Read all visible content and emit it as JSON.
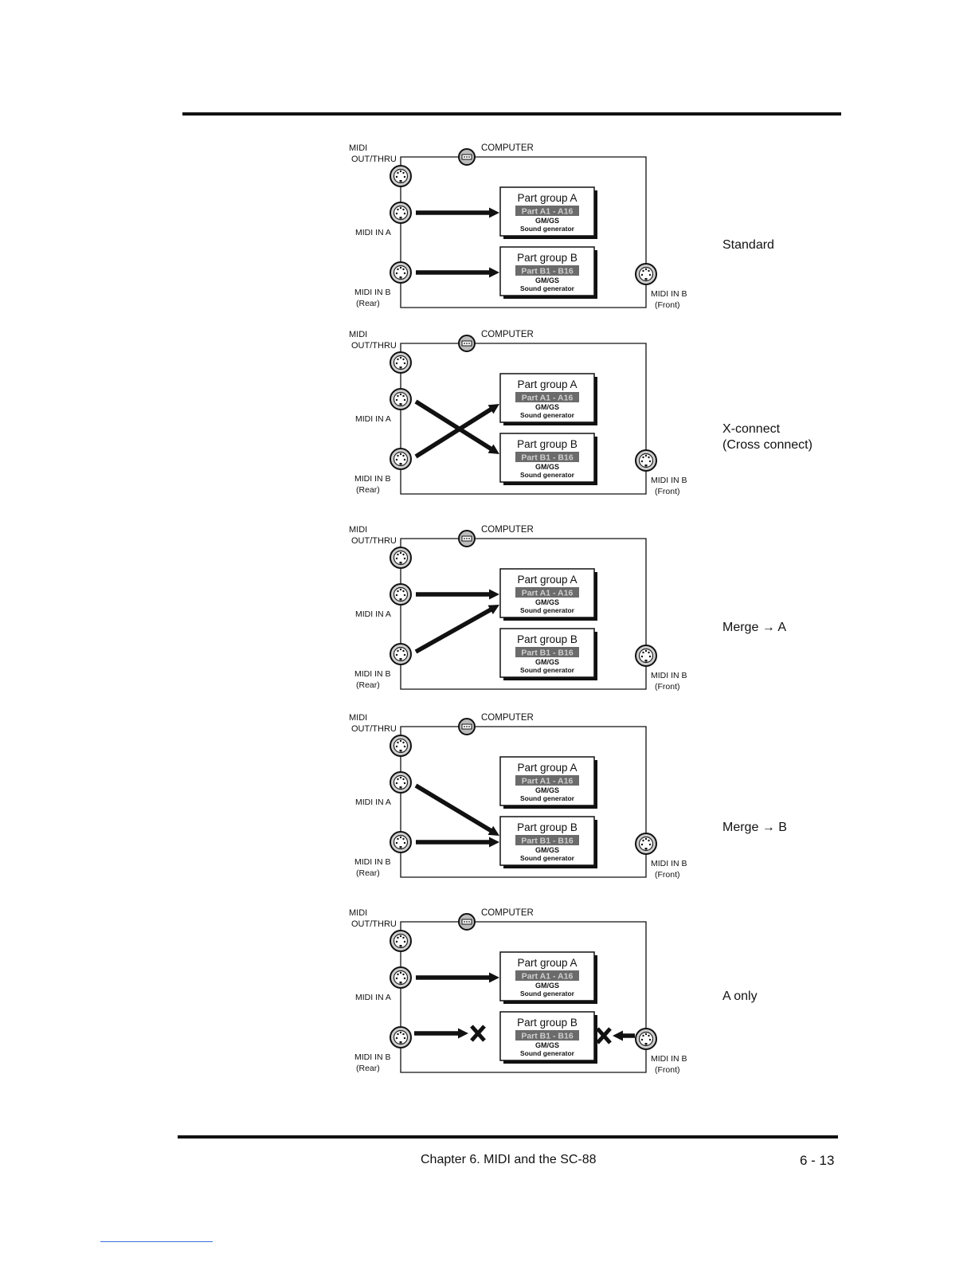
{
  "labels": {
    "midi_out_thru_1": "MIDI",
    "midi_out_thru_2": "OUT/THRU",
    "computer": "COMPUTER",
    "midi_in_a": "MIDI IN A",
    "midi_in_b": "MIDI IN B",
    "rear": "(Rear)",
    "front": "(Front)",
    "gm_gs": "GM/GS",
    "sound_generator": "Sound generator"
  },
  "groups": [
    {
      "title": "Part group A",
      "parts": "Part A1 - A16"
    },
    {
      "title": "Part group B",
      "parts": "Part B1 - B16"
    }
  ],
  "modes": [
    {
      "label": "Standard",
      "connection": "standard"
    },
    {
      "label": "X-connect\n(Cross connect)",
      "connection": "cross"
    },
    {
      "label": "Merge → A",
      "connection": "merge-a"
    },
    {
      "label": "Merge → B",
      "connection": "merge-b"
    },
    {
      "label": "A only",
      "connection": "a-only"
    }
  ],
  "footer": {
    "chapter": "Chapter 6. MIDI and the SC-88",
    "page": "6 - 13"
  }
}
